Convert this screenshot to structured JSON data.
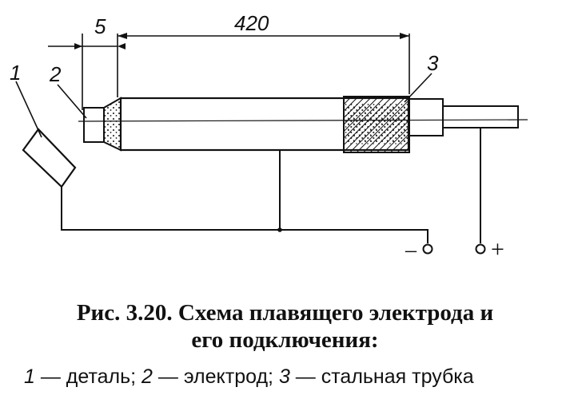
{
  "figure": {
    "dimensions": {
      "gap": "5",
      "length": "420"
    },
    "callouts": {
      "part": "1",
      "electrode": "2",
      "tube": "3"
    },
    "terminals": {
      "negative": "–",
      "positive": "+"
    },
    "caption": {
      "title_line1": "Рис. 3.20. Схема плавящего электрода и",
      "title_line2": "его подключения:",
      "legend": [
        {
          "num": "1",
          "text": " — деталь; "
        },
        {
          "num": "2",
          "text": " — электрод; "
        },
        {
          "num": "3",
          "text": " — стальная трубка"
        }
      ]
    }
  }
}
